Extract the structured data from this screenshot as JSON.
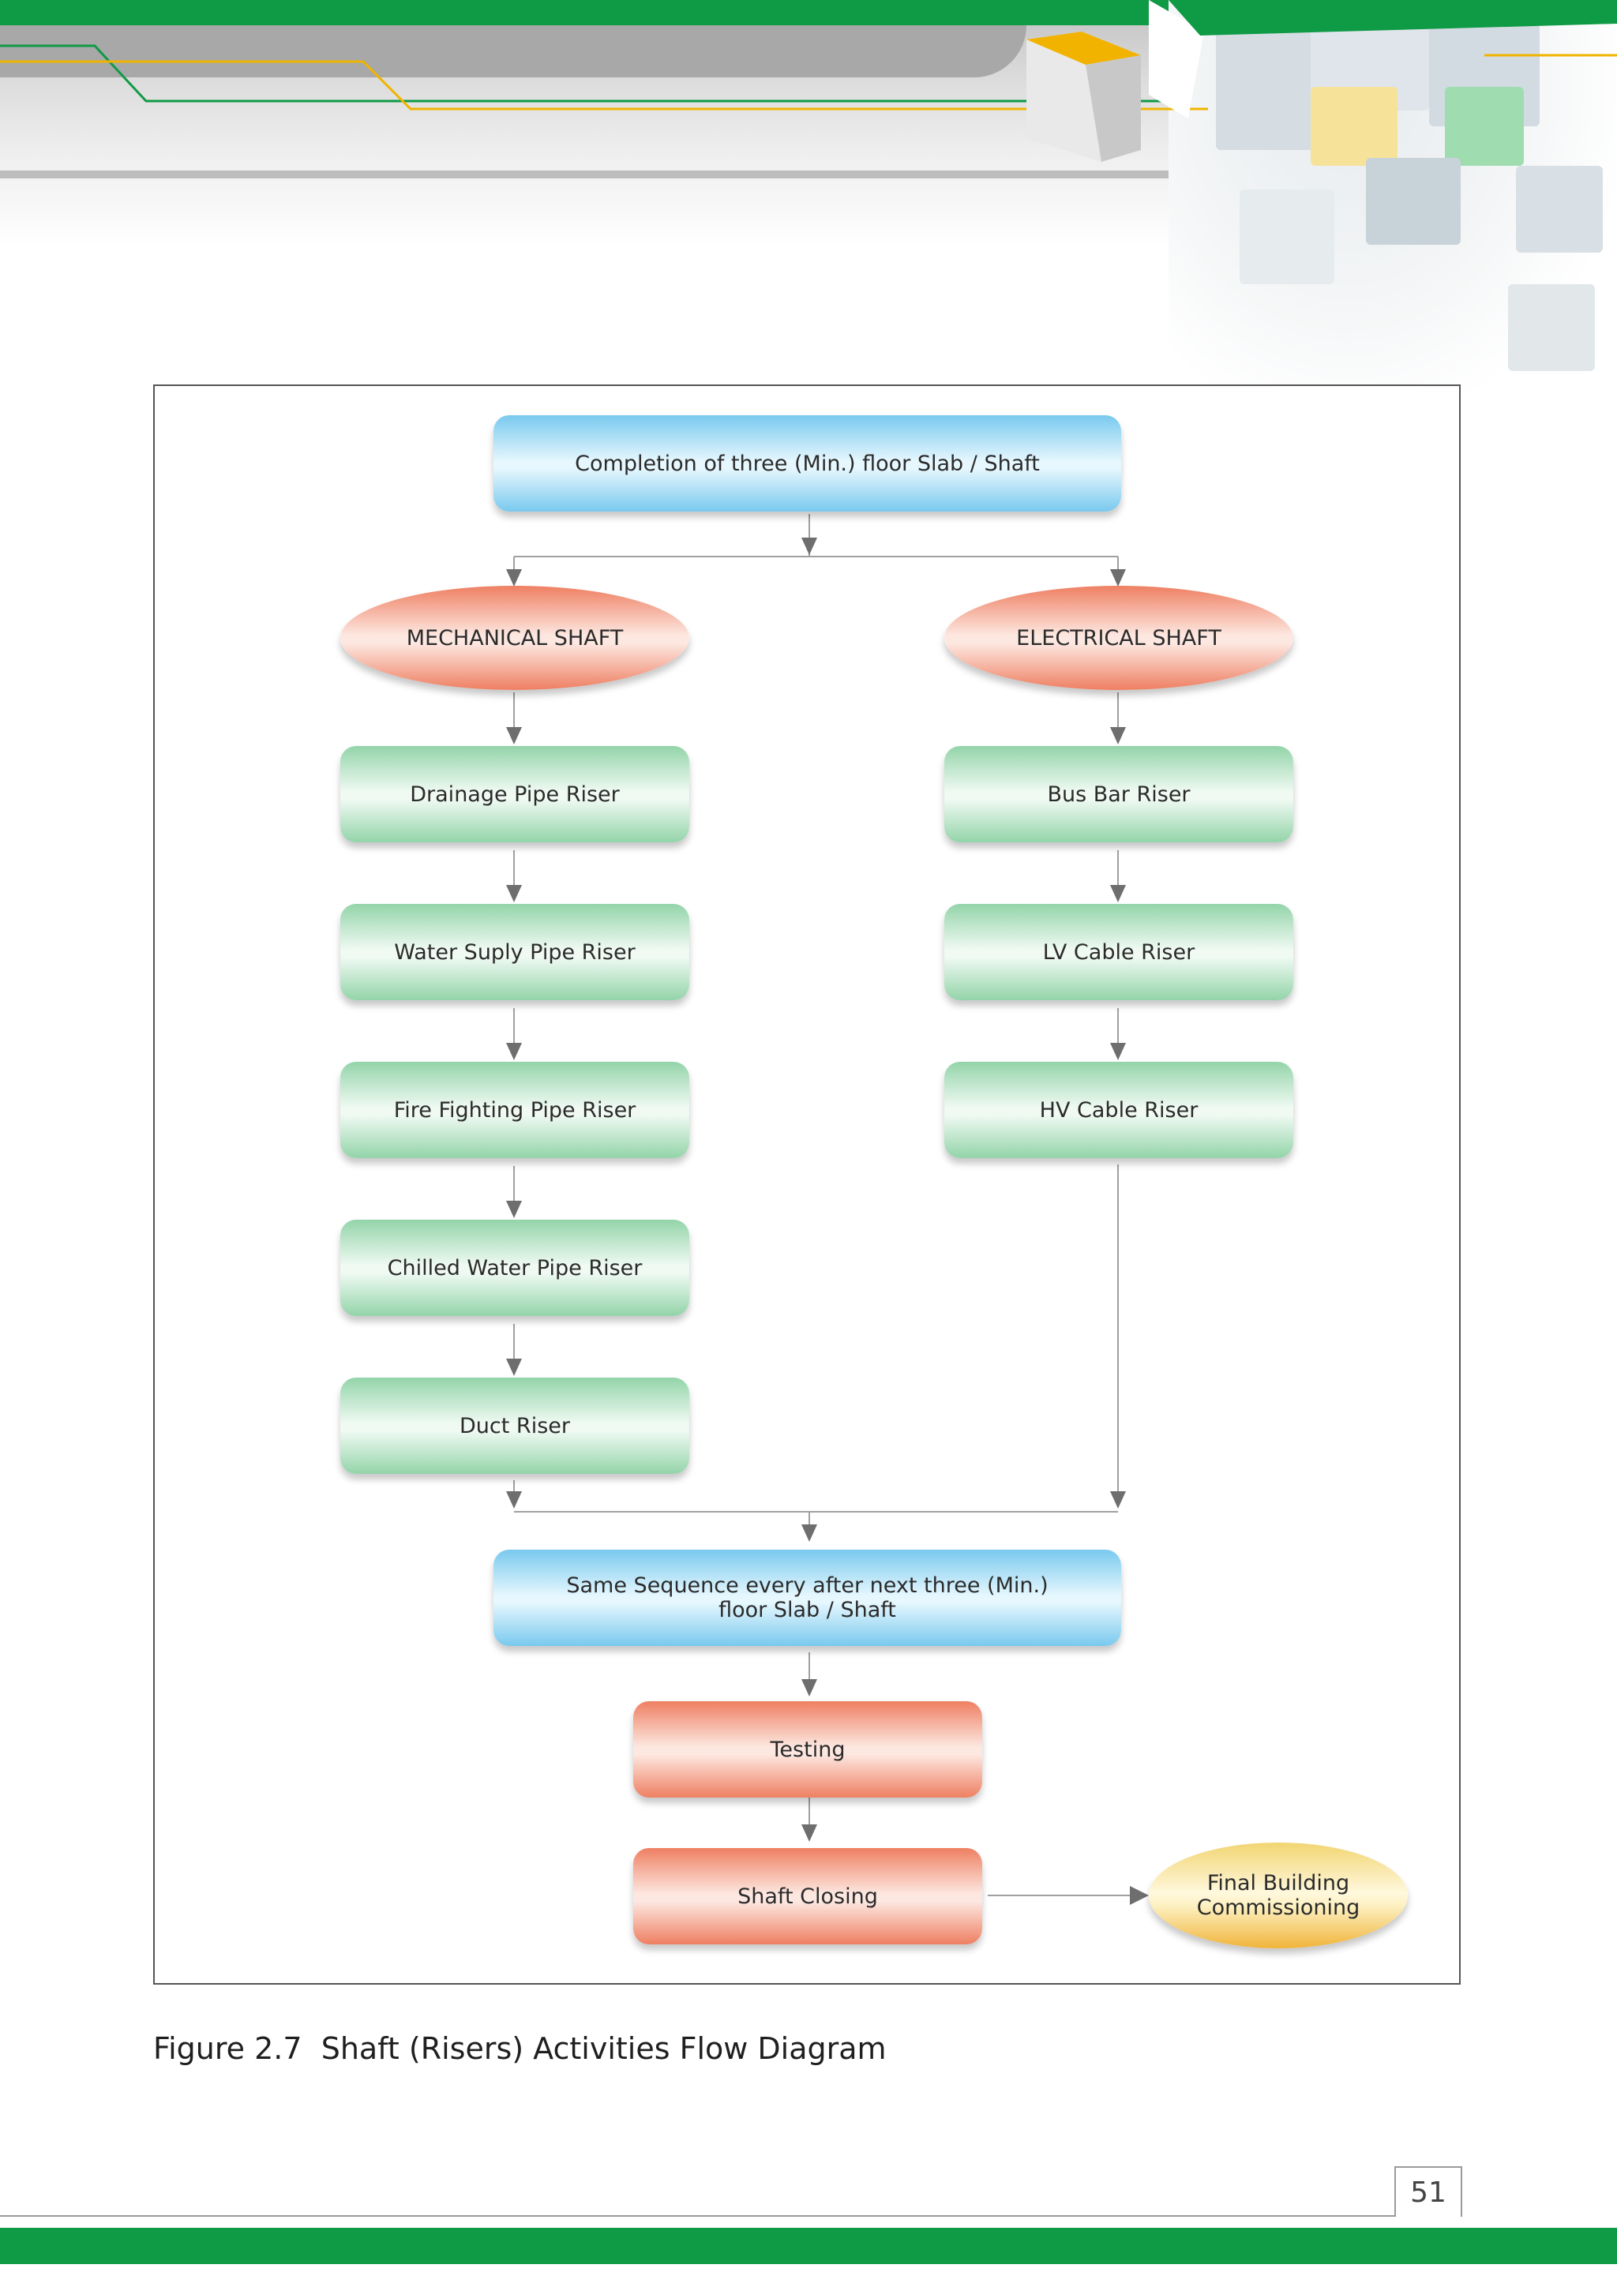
{
  "colors": {
    "brand_green": "#0f9a45",
    "accent_yellow": "#f0b400",
    "node_blue": "#79c9ee",
    "node_green": "#93d4a9",
    "node_salmon": "#ee7f62",
    "node_yellow": "#f2d572",
    "connector": "#a0a0a0",
    "arrowhead": "#6e6e6e"
  },
  "diagram": {
    "start": "Completion of three (Min.) floor Slab / Shaft",
    "mechanical": {
      "title": "MECHANICAL SHAFT",
      "steps": [
        "Drainage Pipe Riser",
        "Water Suply Pipe Riser",
        "Fire Fighting Pipe Riser",
        "Chilled Water Pipe Riser",
        "Duct Riser"
      ]
    },
    "electrical": {
      "title": "ELECTRICAL SHAFT",
      "steps": [
        "Bus Bar Riser",
        "LV Cable Riser",
        "HV Cable Riser"
      ]
    },
    "repeat": {
      "line1": "Same Sequence every after next three (Min.)",
      "line2": "floor Slab / Shaft"
    },
    "testing": "Testing",
    "closing": "Shaft Closing",
    "final": {
      "line1": "Final Building",
      "line2": "Commissioning"
    }
  },
  "caption": "Figure 2.7  Shaft (Risers) Activities Flow Diagram",
  "page_number": "51"
}
